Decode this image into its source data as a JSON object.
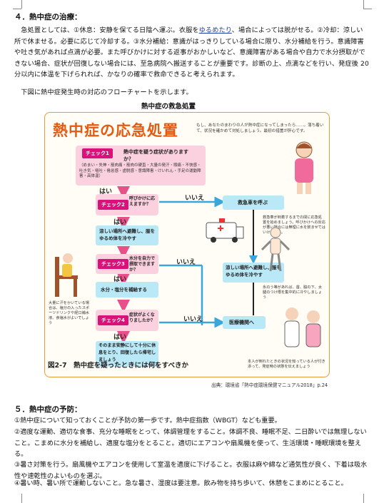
{
  "section4": {
    "heading": "４．熱中症の治療：",
    "para1": [
      {
        "t": "　急処置としては、①休息：安静を保てる日陰へ運ぶ。衣服を",
        "c": ""
      },
      {
        "t": "ゆるめたり",
        "c": "ul"
      },
      {
        "t": "、場合によっては脱がせる。②冷却：涼しい所で休ませる。必要に応じて冷却する。③水分補給：意識がはっきりしている場合に限り、水分補給を行う。意識障害や吐き気があれば点滴が必要。また呼びかけに対する返事がおかしいなど、意識障害がある場合や自力で水分摂取ができない場合、症状が回復しない場合には、至急病院へ搬送することが重要です。診断の上、点滴などを行い、発症後 20 分以内に体温を下げられれば、かなりの確率で救命できると考えられます。",
        "c": ""
      }
    ],
    "para2": "　下図に熱中症発生時の対応のフローチャートを示します。"
  },
  "figure": {
    "caption_above": "熱中症の救急処置",
    "title": "熱中症の応急処置",
    "note": "もし、あなたのまわりの人が熱中症になってしまったら……。落ち着いて、状況を確かめて対処しましょう。最初の措置が肝心です。",
    "check1_tag": "チェック1",
    "check1_q": "熱中症を疑う症状がありますか？",
    "check1_symptoms": "（めまい・失神・筋肉痛・筋肉の硬直・大量の発汗・頭痛・不快感・吐き気・嘔吐・倦怠感・虚脱感・意識障害・けいれん・手足の運動障害・高体温）",
    "check2_tag": "チェック2",
    "check2_q": "呼びかけに応えますか？",
    "check3_tag": "チェック3",
    "check3_q": "水分を自力で摂取できますか？",
    "check4_tag": "チェック4",
    "check4_q": "症状がよくなりましたか？",
    "yes": "はい",
    "no": "いいえ",
    "act_cool": "涼しい場所へ避難し、服をゆるめ体を冷やす",
    "act_water": "水分・塩分を補給する",
    "act_rest": "そのまま安静にして十分に休息をとり、回復したら帰宅しましょう",
    "ambulance": "救急車を呼ぶ",
    "ambulance_note": "救急車が到着するまでの間に応急処置を始めましょう。呼びかけへの反応が悪い場合には無理に水を飲ませてはいけません。",
    "right_cool": "涼しい場所へ避難し、服をゆるめ体を冷やす",
    "right_cool_note": "氷のう等があれば、首、脇の下、太腿のつけ根を集中的に冷やしましょう",
    "hospital": "医療機関へ",
    "hospital_note": "本人が倒れたときの状況を知っている人が付き添って、発症時の状態を伝えましょう",
    "left_note": "大量に汗をかいている場合は、塩分の入ったスポーツドリンクや経口補水液、食塩水がよいでしょう",
    "caption": "図2-7　熱中症を疑ったときには何をすべきか",
    "source": "出典：環境省「熱中症環境保健マニュアル2018」p.24"
  },
  "section5": {
    "heading": "５．熱中症の予防：",
    "items": [
      "①熱中症について知っておくことが予防の第一歩です。熱中症指数（WBGT）なども重要。",
      "②適度な運動、適切な食事、充分な睡眠をとって、体調管理をすること。体調不良、睡眠不足、二日酔いでは無理しないこと。こまめに水分を補給し、適度な塩分をとること。適切にエアコンや扇風機を使って、生活環境・睡眠環境を整える。",
      "③暑さ対策を行う。扇風機やエアコンを使用して室温を適度に下げること。衣服は麻や綿など通気性が良く、下着は吸水性や速乾性のよいものを選ぶ。",
      "④暑い時、暑い所で運動しないこと。急な暑さ、湿度は要注意。飲み物を持ち歩いて、休憩をこまめにとること。"
    ]
  },
  "colors": {
    "pink": "#fbd1df",
    "magenta": "#d9127a",
    "cyan": "#b9e8f6",
    "arrow_pink": "#e8508a",
    "arrow_blue": "#3aa6dc",
    "title": "#e45a10"
  }
}
